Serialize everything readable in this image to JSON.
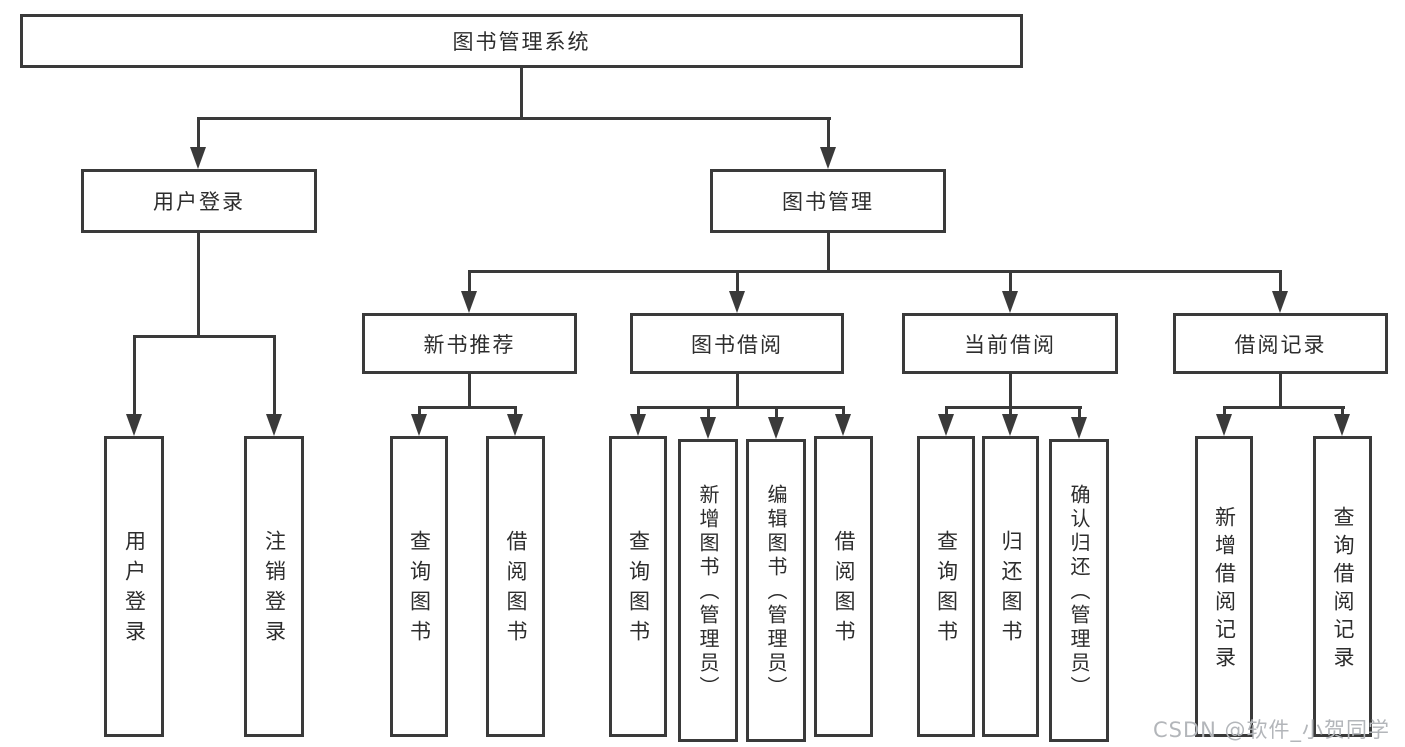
{
  "palette": {
    "background": "#ffffff",
    "line": "#3a3a3a",
    "box_border": "#3a3a3a",
    "box_fill": "#ffffff",
    "text": "#2d2d2d",
    "watermark_text": "#b3b6ba"
  },
  "nodes": {
    "root": "图书管理系统",
    "user_login": "用户登录",
    "book_mgmt": "图书管理",
    "new_book_rec": "新书推荐",
    "book_borrow": "图书借阅",
    "current_borrow": "当前借阅",
    "borrow_records": "借阅记录",
    "ul_login": "用户登录",
    "ul_logout": "注销登录",
    "nb_query": "查询图书",
    "nb_borrow": "借阅图书",
    "bb_query": "查询图书",
    "bb_add": "新增图书（管理员）",
    "bb_edit": "编辑图书（管理员）",
    "bb_borrow": "借阅图书",
    "cb_query": "查询图书",
    "cb_return": "归还图书",
    "cb_confirm": "确认归还（管理员）",
    "br_add": "新增借阅记录",
    "br_query": "查询借阅记录"
  },
  "hierarchy": [
    {
      "parent": "图书管理系统",
      "children": [
        "用户登录",
        "图书管理"
      ]
    },
    {
      "parent": "用户登录",
      "children": [
        "用户登录",
        "注销登录"
      ]
    },
    {
      "parent": "图书管理",
      "children": [
        "新书推荐",
        "图书借阅",
        "当前借阅",
        "借阅记录"
      ]
    },
    {
      "parent": "新书推荐",
      "children": [
        "查询图书",
        "借阅图书"
      ]
    },
    {
      "parent": "图书借阅",
      "children": [
        "查询图书",
        "新增图书（管理员）",
        "编辑图书（管理员）",
        "借阅图书"
      ]
    },
    {
      "parent": "当前借阅",
      "children": [
        "查询图书",
        "归还图书",
        "确认归还（管理员）"
      ]
    },
    {
      "parent": "借阅记录",
      "children": [
        "新增借阅记录",
        "查询借阅记录"
      ]
    }
  ],
  "watermark": "CSDN @软件_小贺同学"
}
